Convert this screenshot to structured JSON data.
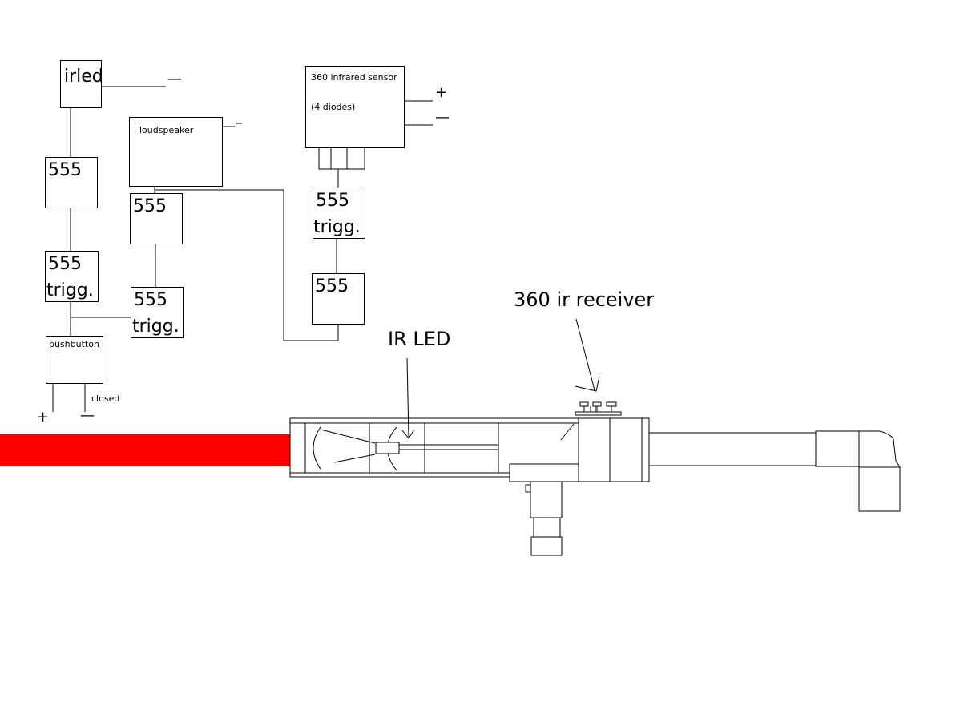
{
  "diagram": {
    "blocks": {
      "irled": "irled",
      "timer_a": "555",
      "trigger_a_line1": "555",
      "trigger_a_line2": "trigg.",
      "pushbutton": "pushbutton",
      "loudspeaker": "loudspeaker",
      "timer_b": "555",
      "trigger_b_line1": "555",
      "trigger_b_line2": "trigg.",
      "sensor_line1": "360 infrared sensor",
      "sensor_line2": "(4 diodes)",
      "trigger_c_line1": "555",
      "trigger_c_line2": "trigg.",
      "timer_c": "555"
    },
    "terminals": {
      "irled_minus": "—",
      "loudspeaker_minus": "–",
      "sensor_plus": "+",
      "sensor_minus": "—",
      "battery_plus": "+",
      "battery_minus": "—",
      "switch_state": "closed"
    },
    "callouts": {
      "ir_led": "IR LED",
      "receiver": "360 ir receiver"
    },
    "colors": {
      "beam": "#ff0000",
      "line": "#000000",
      "background": "#ffffff"
    }
  }
}
